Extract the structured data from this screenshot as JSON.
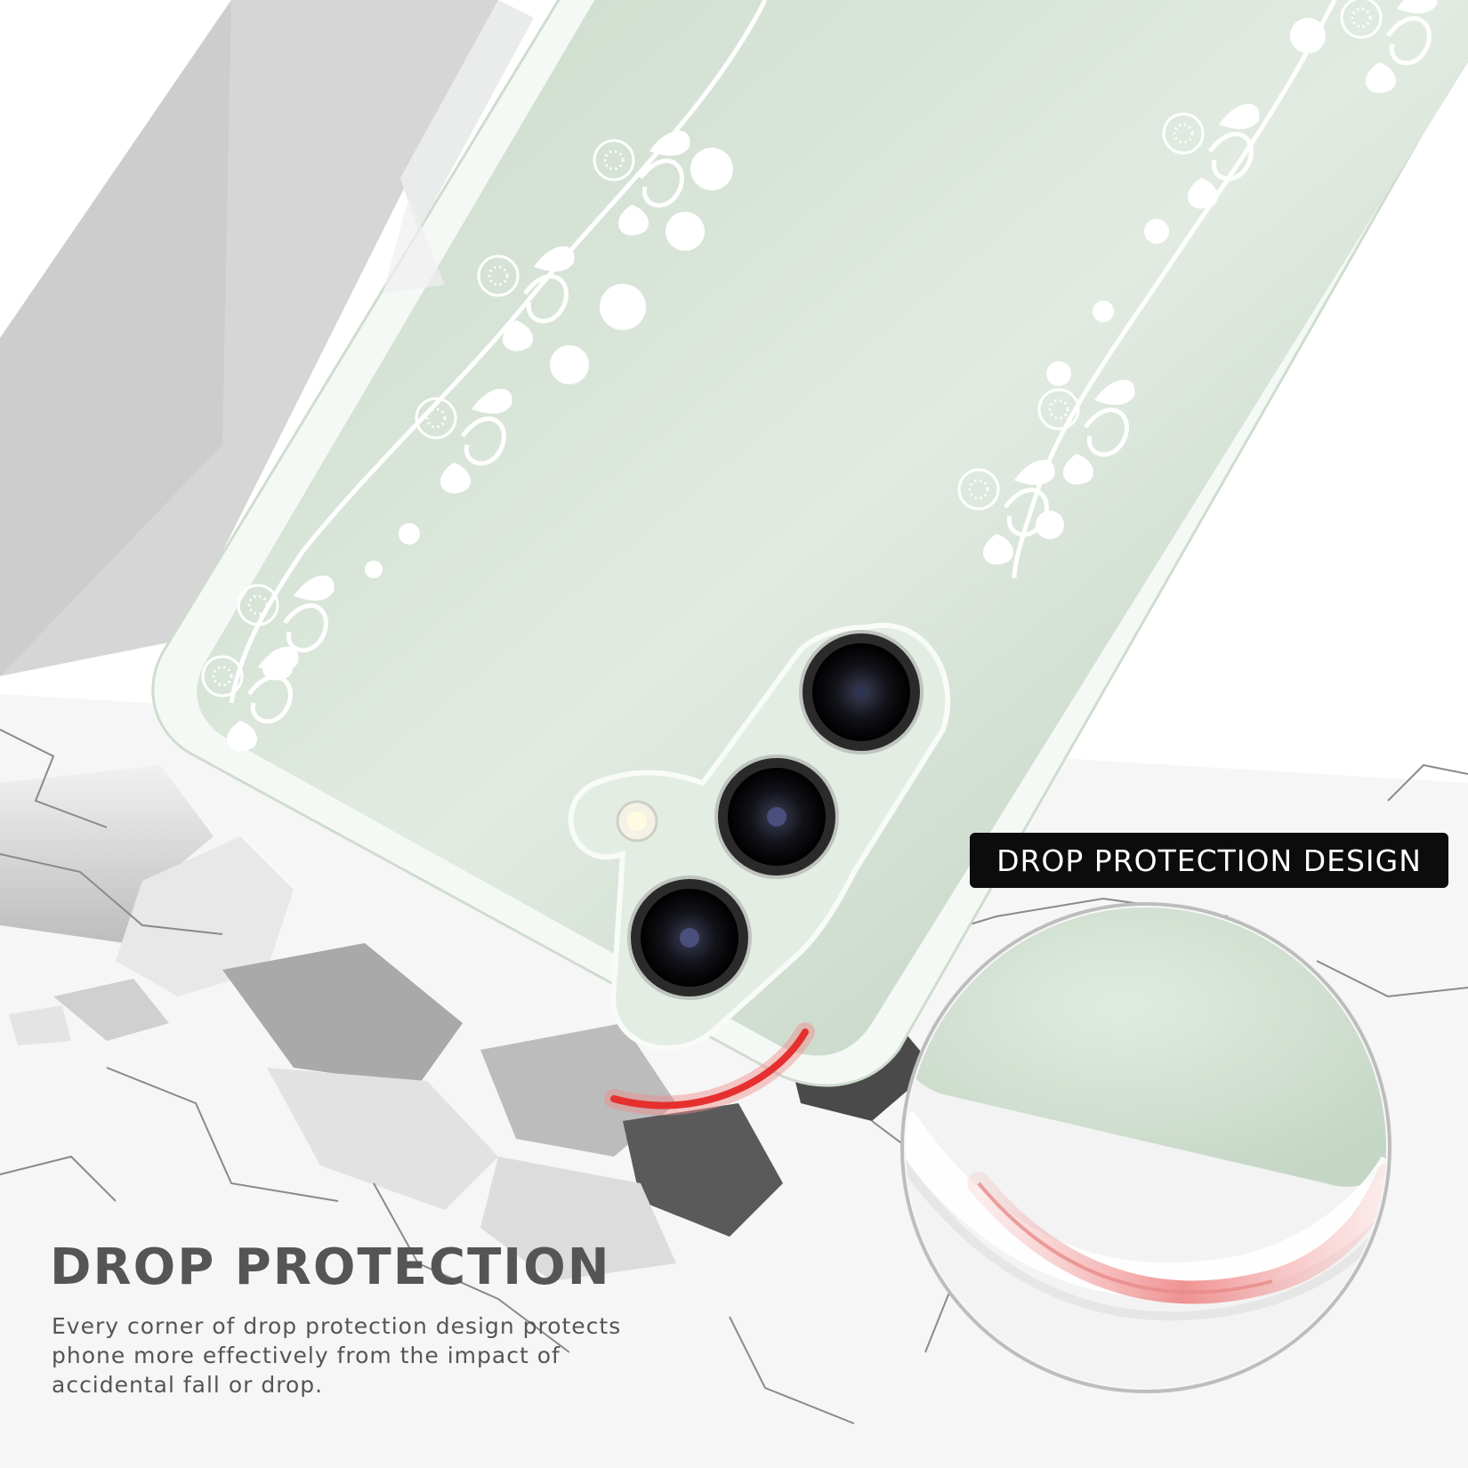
{
  "badge": {
    "label": "DROP PROTECTION DESIGN"
  },
  "headline": "DROP PROTECTION",
  "description": [
    "Every corner of drop protection design protects",
    "phone more effectively from the impact of",
    "accidental fall or drop."
  ],
  "colors": {
    "background": "#ffffff",
    "phone_green": "#d4e1d4",
    "badge_bg": "#0c0c0c",
    "text_gray": "#555555",
    "impact_red": "#e63030"
  },
  "icons": [
    "camera-lens-icon",
    "flash-icon",
    "floral-pattern",
    "cracked-floor",
    "impact-arc",
    "zoom-circle"
  ]
}
